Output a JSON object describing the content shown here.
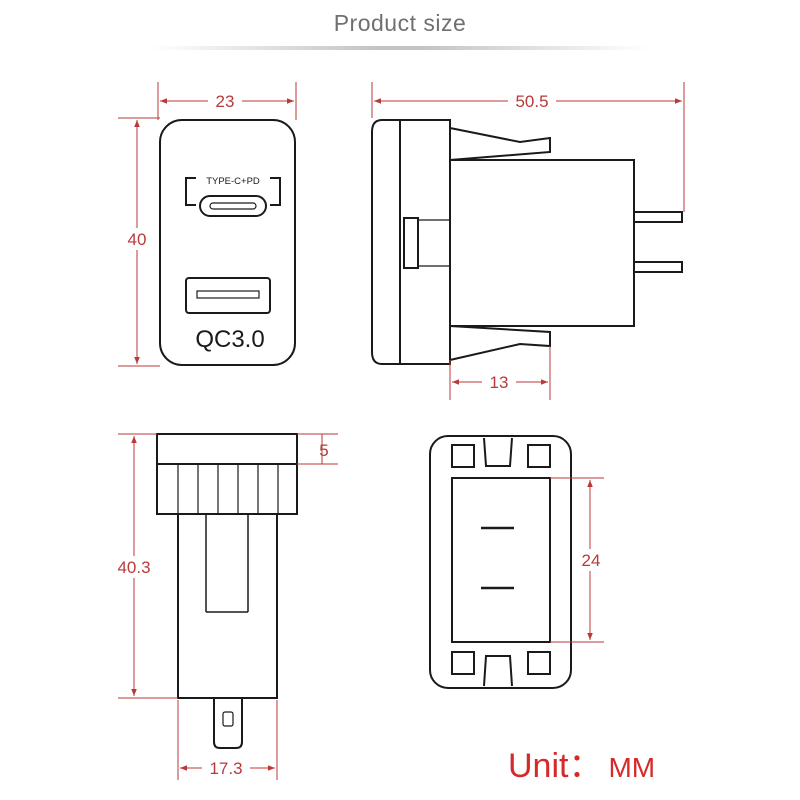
{
  "title": "Product size",
  "front_view": {
    "port_label_c": "TYPE-C+PD",
    "port_label_qc": "QC3.0",
    "width": "23",
    "height": "40"
  },
  "side_view": {
    "length": "50.5",
    "clip_length": "13"
  },
  "lower_left_view": {
    "flange": "5",
    "height": "40.3",
    "width": "17.3"
  },
  "rear_view": {
    "clip_spacing": "24"
  },
  "unit": {
    "label": "Unit：",
    "value": "MM"
  },
  "colors": {
    "dimension_red": "#b83a3a",
    "unit_red": "#d42a2a",
    "outline": "#1a1a1a",
    "title_gray": "#707070"
  }
}
